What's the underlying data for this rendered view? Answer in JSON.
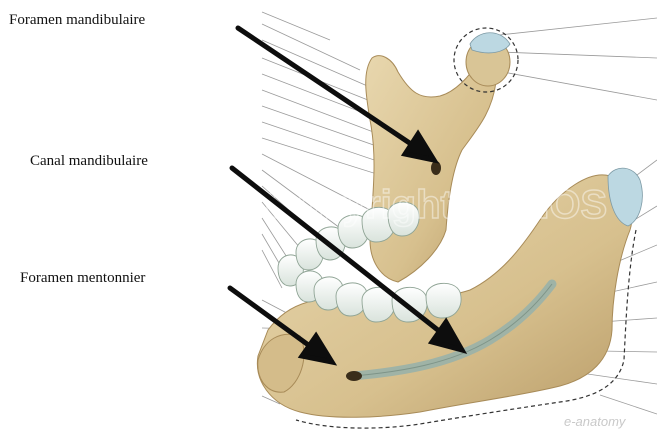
{
  "labels": {
    "foramen_mandibulaire": "Foramen mandibulaire",
    "canal_mandibulaire": "Canal mandibulaire",
    "foramen_mentonnier": "Foramen mentonnier"
  },
  "watermark": "Copyright IMAIOS",
  "corner_brand": "e-anatomy",
  "colors": {
    "bone": "#dcc79a",
    "bone_shadow": "#b99c68",
    "tooth": "#eef3ee",
    "cartilage": "#bcd8e2",
    "canal": "#9fb3a6",
    "arrow": "#0d0d0d",
    "leader": "#8a8a8a"
  }
}
